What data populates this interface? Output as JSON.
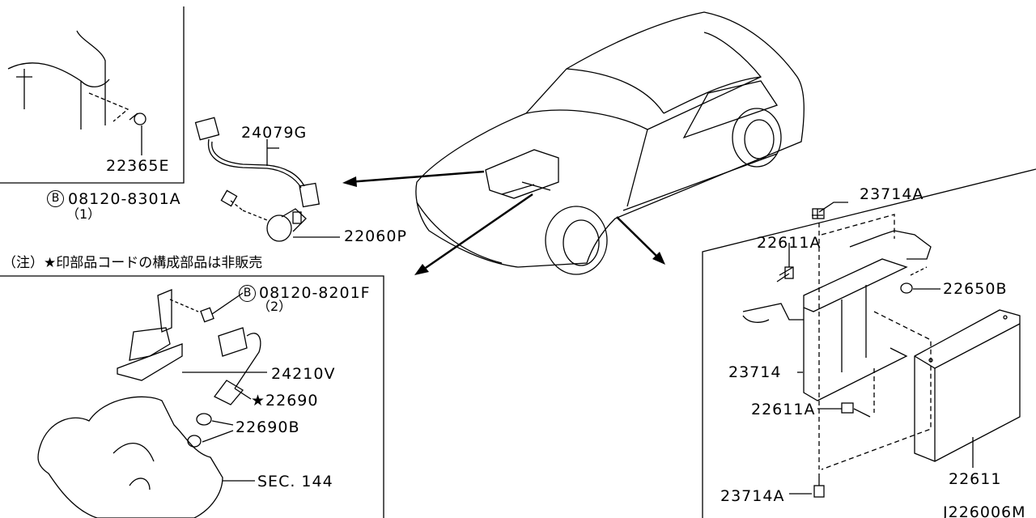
{
  "diagram_id": "J226006M",
  "note": "（注）★印部品コードの構成部品は非販売",
  "bolt_symbol": "B",
  "labels": {
    "p22365E": "22365E",
    "p24079G": "24079G",
    "p08120_8301A": "08120-8301A",
    "q1": "（1）",
    "p22060P": "22060P",
    "p08120_8201F": "08120-8201F",
    "q2": "（2）",
    "p24210V": "24210V",
    "p22690": "★22690",
    "p22690B": "22690B",
    "sec144": "SEC. 144",
    "p23714A_top": "23714A",
    "p22611A_top": "22611A",
    "p22650B": "22650B",
    "p23714": "23714",
    "p22611A_mid": "22611A",
    "p22611": "22611",
    "p23714A_bottom": "23714A"
  }
}
